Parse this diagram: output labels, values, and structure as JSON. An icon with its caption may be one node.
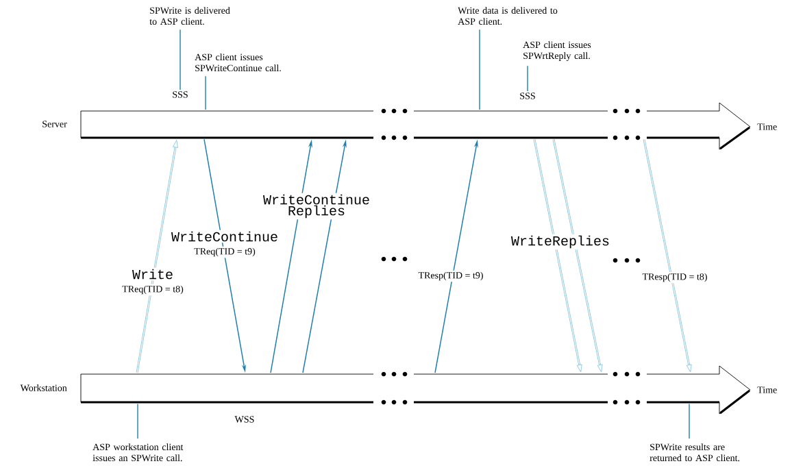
{
  "diagram": {
    "nodes": [
      {
        "text": [
          "Server"
        ],
        "beside": [
          "Time"
        ]
      },
      {
        "text": [
          "Workstation"
        ],
        "beside": [
          "Time"
        ]
      },
      {
        "text": [
          "SPWrite is delivered to ASP client."
        ]
      },
      {
        "text": [
          "ASP client issues SPWriteContinue call."
        ]
      },
      {
        "text": [
          "Write data is delivered to ASP client."
        ]
      },
      {
        "text": [
          "ASP client issues SPWrtReply call."
        ]
      },
      {
        "text": [
          "ASP workstation client issues an SPWrite call."
        ]
      },
      {
        "text": [
          "SPWrite results are returned to ASP client."
        ]
      },
      {
        "text": [
          "SSS"
        ]
      },
      {
        "text": [
          "SSS"
        ]
      }
    ],
    "edges": [
      {
        "from": 2,
        "to": 8,
        "arrow": "none"
      },
      {
        "from": 3,
        "to": 0,
        "arrow": "none"
      },
      {
        "from": 4,
        "to": 0,
        "arrow": "none"
      },
      {
        "from": 5,
        "to": 9,
        "arrow": "none"
      },
      {
        "from": 6,
        "to": 1,
        "arrow": "none"
      },
      {
        "from": 7,
        "to": 1,
        "arrow": "none"
      },
      {
        "from": 1,
        "to": 0,
        "arrow": "to",
        "label": "TReq(TID = t8)",
        "color": "#7fc0dc"
      },
      {
        "from": 0,
        "to": 1,
        "arrow": "to",
        "label": "TReq(TID = t9)",
        "color": "#1f7fae"
      },
      {
        "from": 1,
        "to": 0,
        "arrow": "to",
        "color": "#1f7fae"
      },
      {
        "from": 1,
        "to": 0,
        "arrow": "to",
        "color": "#1f7fae"
      },
      {
        "from": 1,
        "to": 0,
        "arrow": "to",
        "label": "TResp(TID = t9)",
        "color": "#1f7fae"
      },
      {
        "from": 0,
        "to": 1,
        "arrow": "to",
        "color": "#7fc0dc"
      },
      {
        "from": 0,
        "to": 1,
        "arrow": "to",
        "color": "#7fc0dc"
      },
      {
        "from": 0,
        "to": 1,
        "arrow": "to",
        "label": "TResp(TID = t8)",
        "color": "#7fc0dc"
      }
    ],
    "labels": [
      "WriteContinue Replies",
      "WriteContinue",
      "Write",
      "WriteReplies",
      "WSS"
    ]
  }
}
